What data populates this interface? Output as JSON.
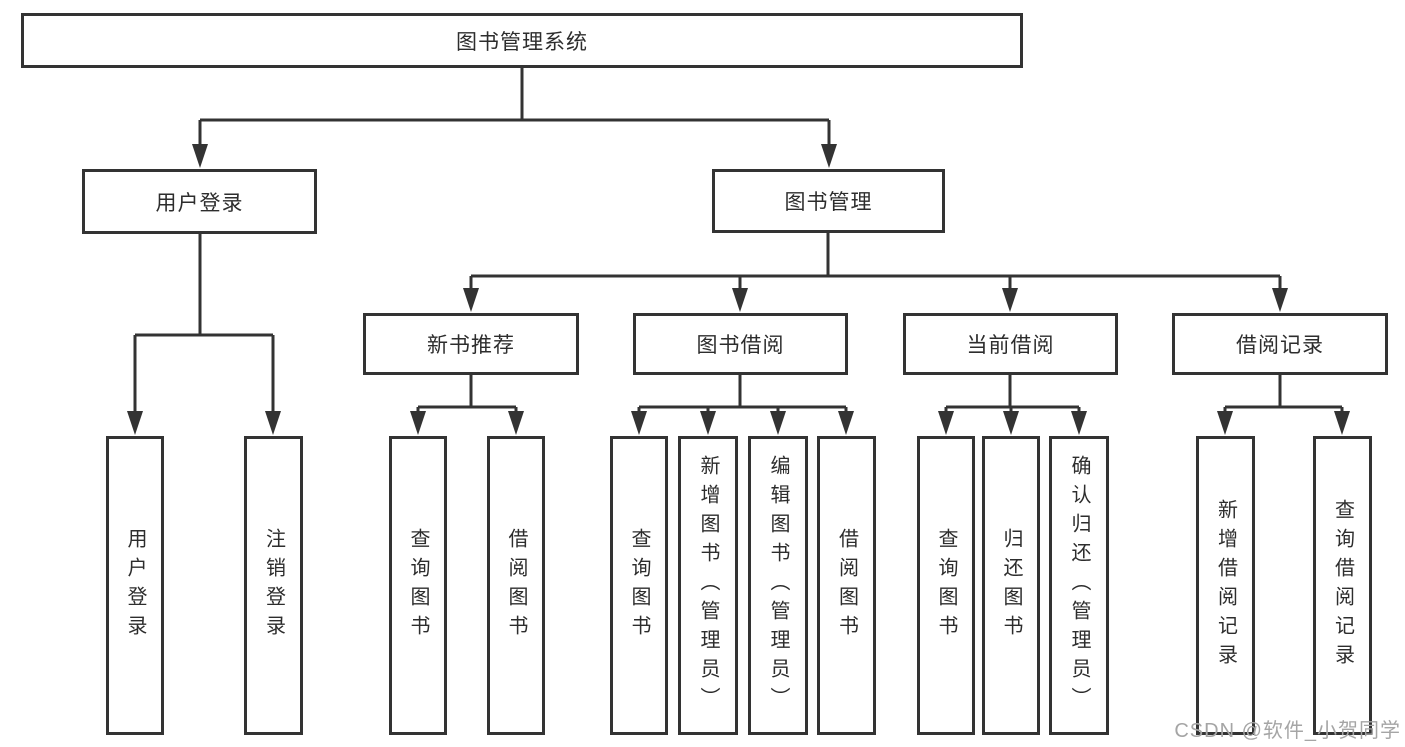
{
  "tree": {
    "root": {
      "label": "图书管理系统"
    },
    "level2": [
      {
        "label": "用户登录"
      },
      {
        "label": "图书管理"
      }
    ],
    "level3": [
      {
        "label": "新书推荐",
        "parent": "图书管理"
      },
      {
        "label": "图书借阅",
        "parent": "图书管理"
      },
      {
        "label": "当前借阅",
        "parent": "图书管理"
      },
      {
        "label": "借阅记录",
        "parent": "图书管理"
      }
    ],
    "leaves": [
      {
        "label": "用户登录",
        "parent": "用户登录"
      },
      {
        "label": "注销登录",
        "parent": "用户登录"
      },
      {
        "label": "查询图书",
        "parent": "新书推荐"
      },
      {
        "label": "借阅图书",
        "parent": "新书推荐"
      },
      {
        "label": "查询图书",
        "parent": "图书借阅"
      },
      {
        "label": "新增图书（管理员）",
        "parent": "图书借阅"
      },
      {
        "label": "编辑图书（管理员）",
        "parent": "图书借阅"
      },
      {
        "label": "借阅图书",
        "parent": "图书借阅"
      },
      {
        "label": "查询图书",
        "parent": "当前借阅"
      },
      {
        "label": "归还图书",
        "parent": "当前借阅"
      },
      {
        "label": "确认归还（管理员）",
        "parent": "当前借阅"
      },
      {
        "label": "新增借阅记录",
        "parent": "借阅记录"
      },
      {
        "label": "查询借阅记录",
        "parent": "借阅记录"
      }
    ]
  },
  "watermark": {
    "text": "CSDN @软件_小贺同学"
  },
  "colors": {
    "line": "#333333",
    "box_border": "#333333",
    "box_fill": "#ffffff",
    "text": "#2d2d2d",
    "watermark": "#a5a5a5",
    "background": "#ffffff"
  }
}
